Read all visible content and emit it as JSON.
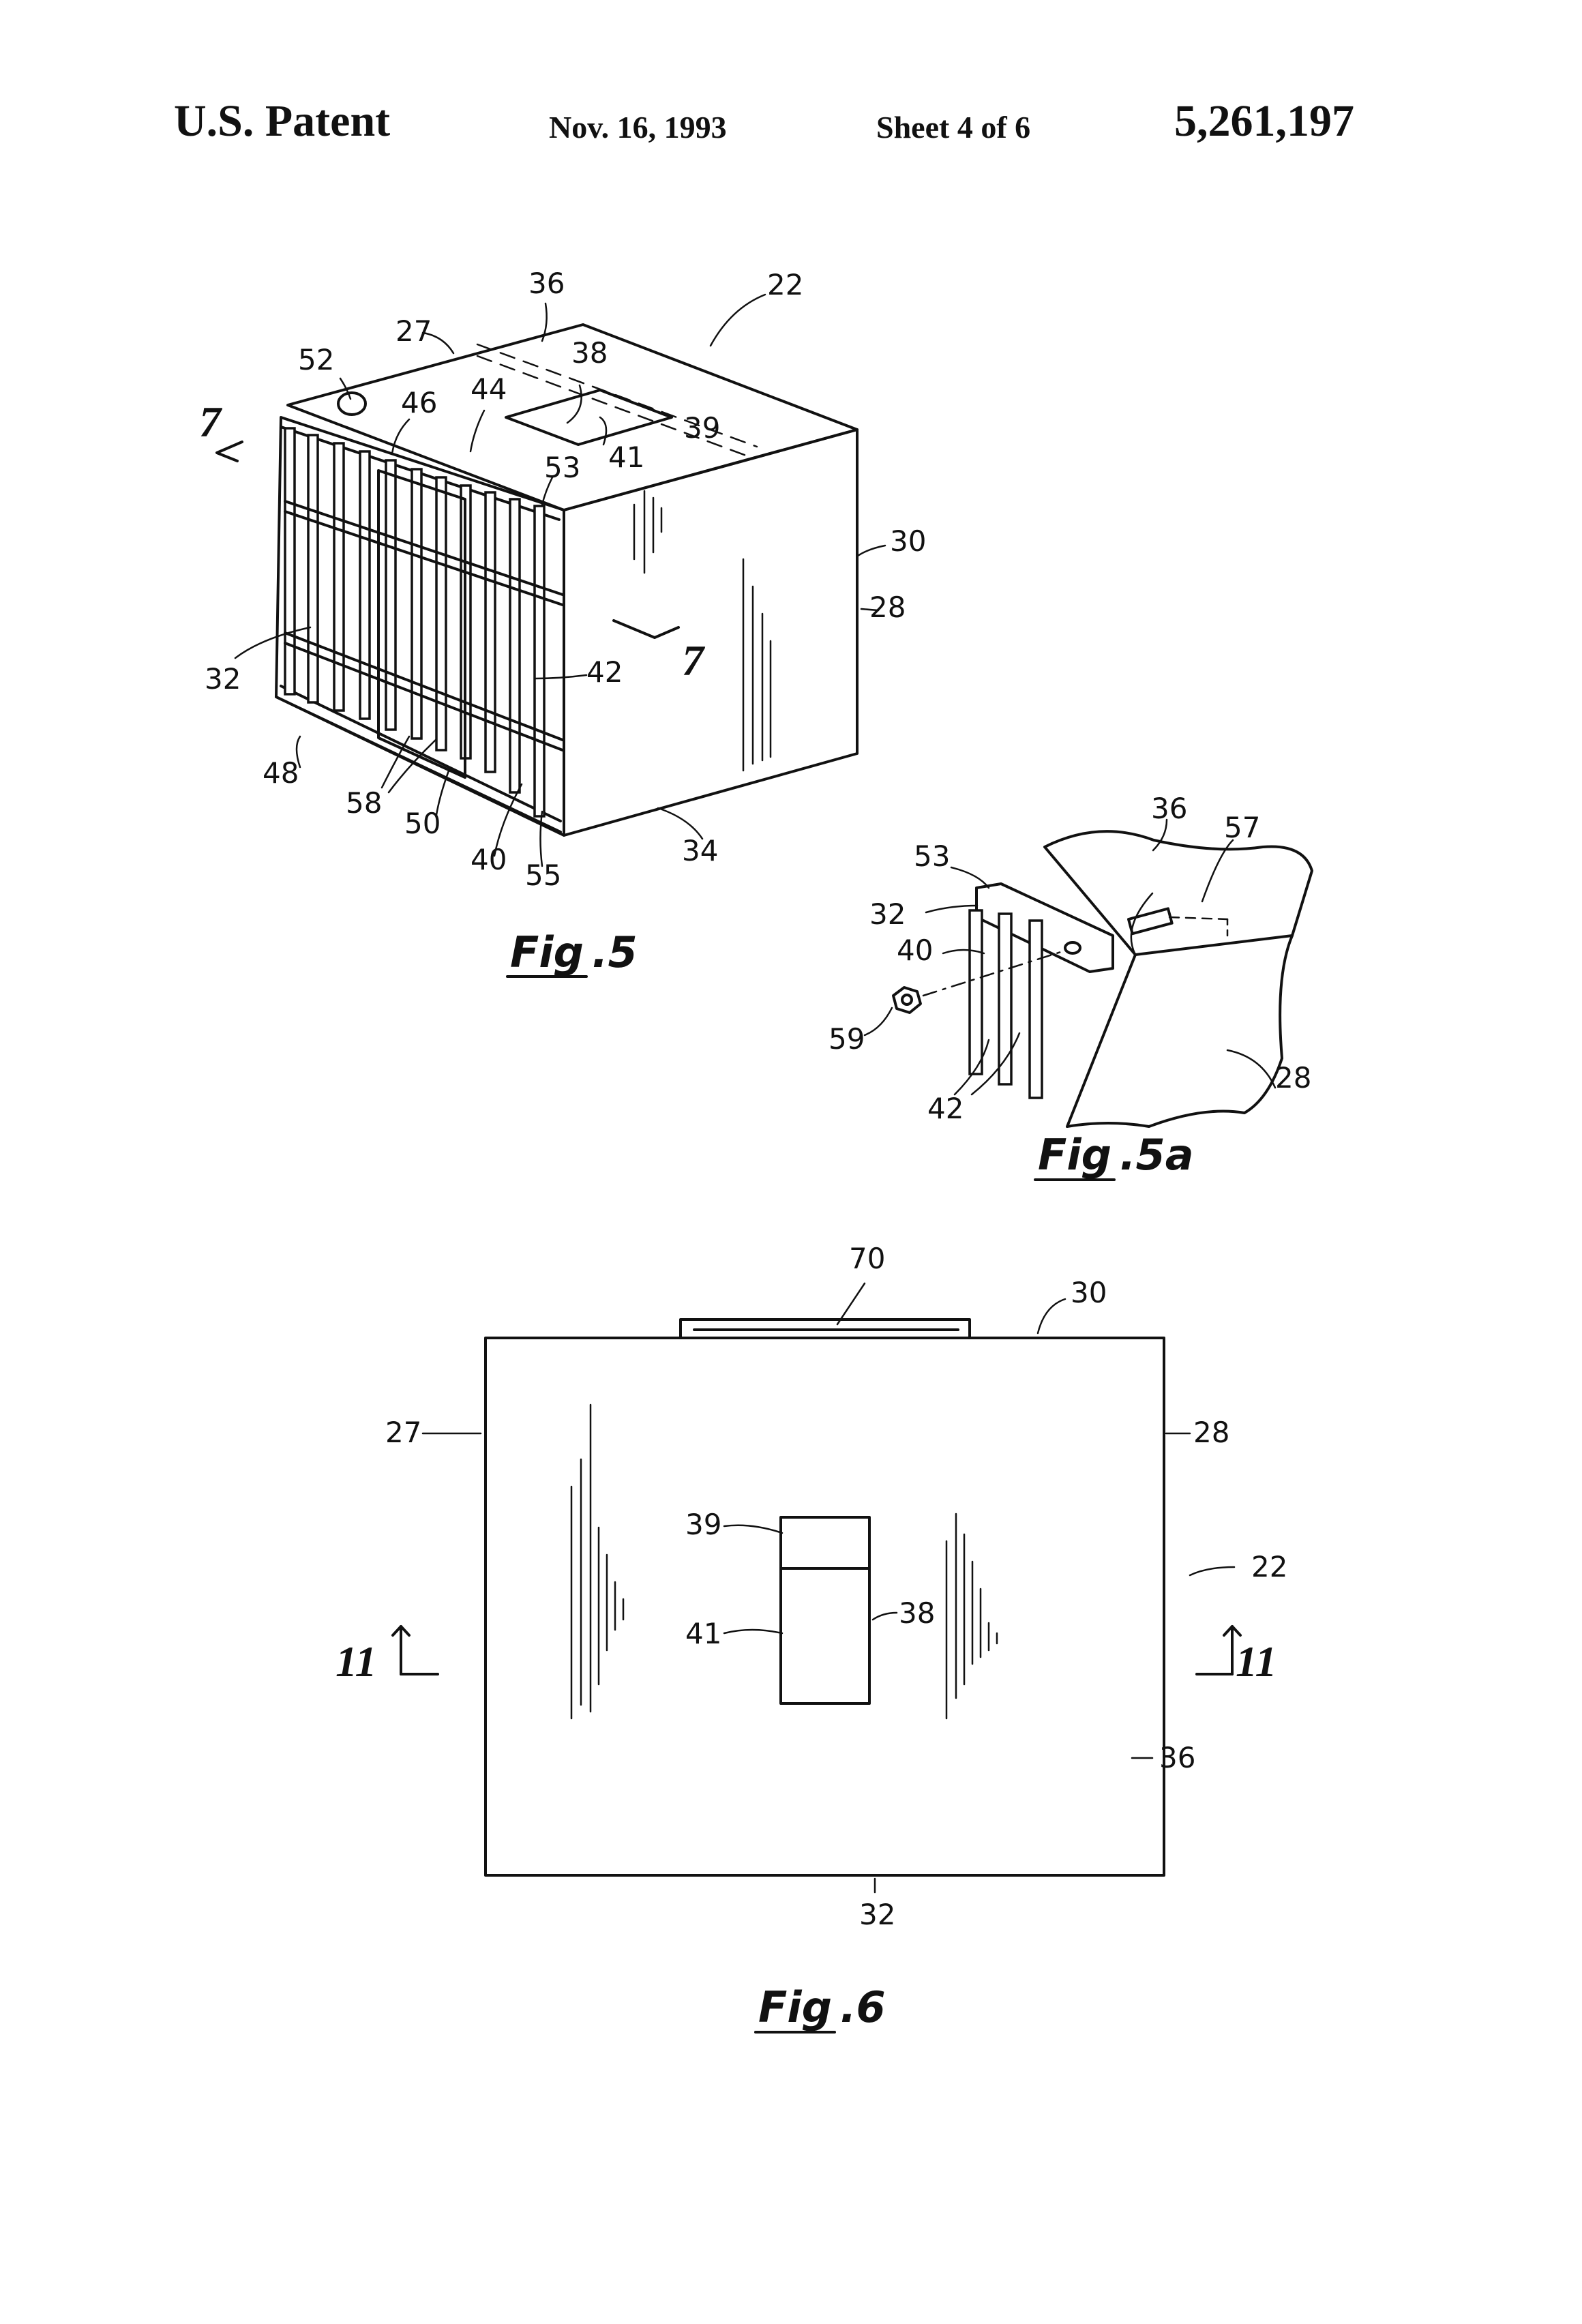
{
  "header": {
    "title": "U.S. Patent",
    "date": "Nov. 16, 1993",
    "sheet": "Sheet 4 of 6",
    "patent_number": "5,261,197"
  },
  "fig5": {
    "caption_prefix": "Fig",
    "caption_number": ".5",
    "section_marks": [
      "7",
      "7"
    ],
    "refs": [
      "36",
      "22",
      "27",
      "38",
      "52",
      "44",
      "46",
      "39",
      "41",
      "53",
      "30",
      "28",
      "32",
      "42",
      "48",
      "58",
      "50",
      "40",
      "55",
      "34"
    ]
  },
  "fig5a": {
    "caption_prefix": "Fig",
    "caption_number": ".5a",
    "refs": [
      "36",
      "57",
      "53",
      "32",
      "40",
      "59",
      "42",
      "28"
    ]
  },
  "fig6": {
    "caption_prefix": "Fig",
    "caption_number": ".6",
    "section_marks": [
      "11",
      "11"
    ],
    "refs": [
      "70",
      "30",
      "27",
      "28",
      "39",
      "41",
      "38",
      "22",
      "36",
      "32"
    ]
  }
}
